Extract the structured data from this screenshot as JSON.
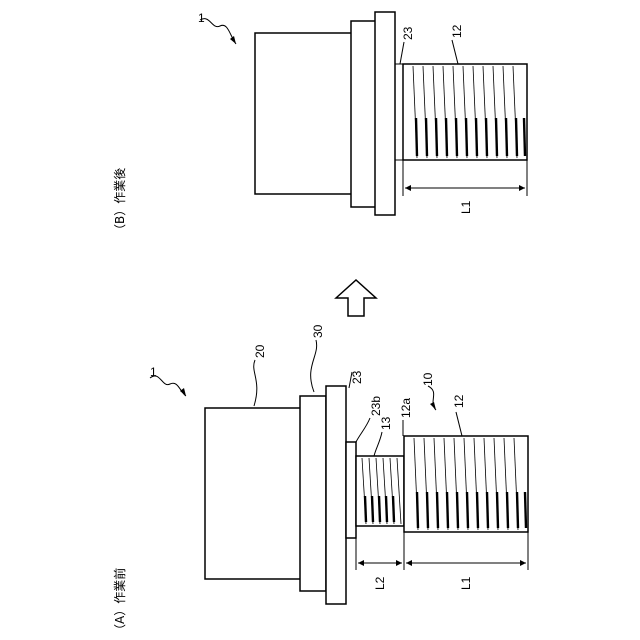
{
  "captions": {
    "before": "（A）作業前",
    "after": "（B）作業後"
  },
  "labels": {
    "assembly": "1",
    "housing": "20",
    "flange": "30",
    "face": "23",
    "face_step": "23b",
    "neck": "13",
    "thread_end": "12a",
    "bolt": "10",
    "thread": "12",
    "dim_L1": "L1",
    "dim_L2": "L2"
  },
  "after_labels": {
    "assembly": "1",
    "face": "23",
    "thread": "12",
    "dim_L1": "L1"
  },
  "icons": {
    "arrow": "up-arrow-icon"
  }
}
